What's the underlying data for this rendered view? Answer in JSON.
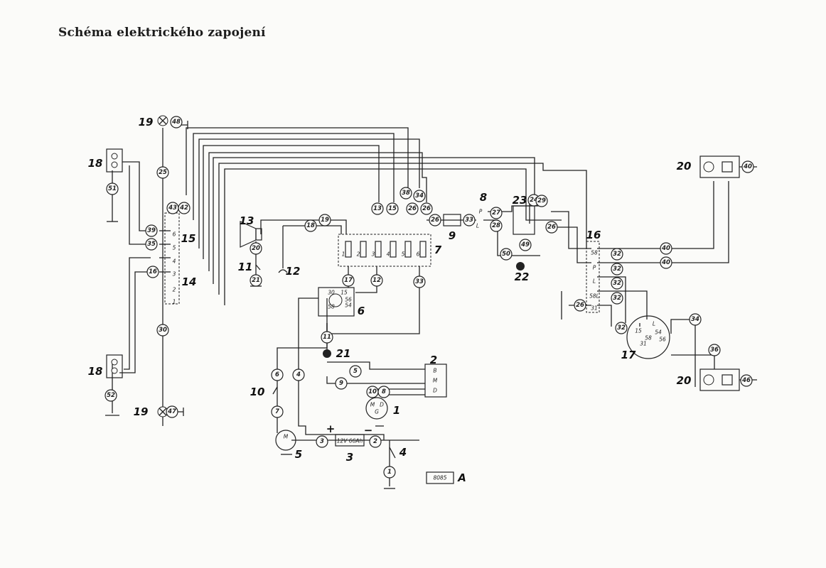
{
  "title": "Schéma elektrického zapojení",
  "drawing_code": "8085",
  "drawing_suffix": "A",
  "battery_label": "12V 66Ah",
  "battery_plus": "+",
  "battery_minus": "−",
  "component_labels": [
    "1",
    "2",
    "3",
    "4",
    "5",
    "6",
    "7",
    "8",
    "9",
    "10",
    "11",
    "12",
    "13",
    "14",
    "15",
    "16",
    "17",
    "18",
    "19",
    "20",
    "21",
    "22",
    "23"
  ],
  "wire_numbers": [
    "1",
    "2",
    "3",
    "4",
    "5",
    "6",
    "7",
    "8",
    "9",
    "10",
    "11",
    "12",
    "13",
    "15",
    "16",
    "17",
    "18",
    "19",
    "20",
    "21",
    "24",
    "25",
    "26",
    "27",
    "28",
    "29",
    "30",
    "32",
    "33",
    "34",
    "35",
    "36",
    "38",
    "39",
    "40",
    "43",
    "42",
    "46",
    "47",
    "48",
    "49",
    "50",
    "51",
    "52"
  ],
  "terminal_marks": {
    "fusebox": [
      "1",
      "2",
      "3",
      "4",
      "5",
      "6"
    ],
    "switch_14": [
      "6",
      "5",
      "4",
      "3",
      "2",
      "1"
    ],
    "switch_16": [
      "58",
      "P",
      "L",
      "58L",
      "31"
    ],
    "switch_17": [
      "L",
      "54",
      "56",
      "31",
      "58",
      "15"
    ],
    "regulator_2": [
      "B",
      "M",
      "D"
    ],
    "generator_1": [
      "M",
      "D",
      "G"
    ],
    "ignition_6": [
      "30",
      "15",
      "54",
      "56",
      "58"
    ],
    "motor_5": [
      "M"
    ],
    "switch_8": [
      "P",
      "L"
    ]
  }
}
